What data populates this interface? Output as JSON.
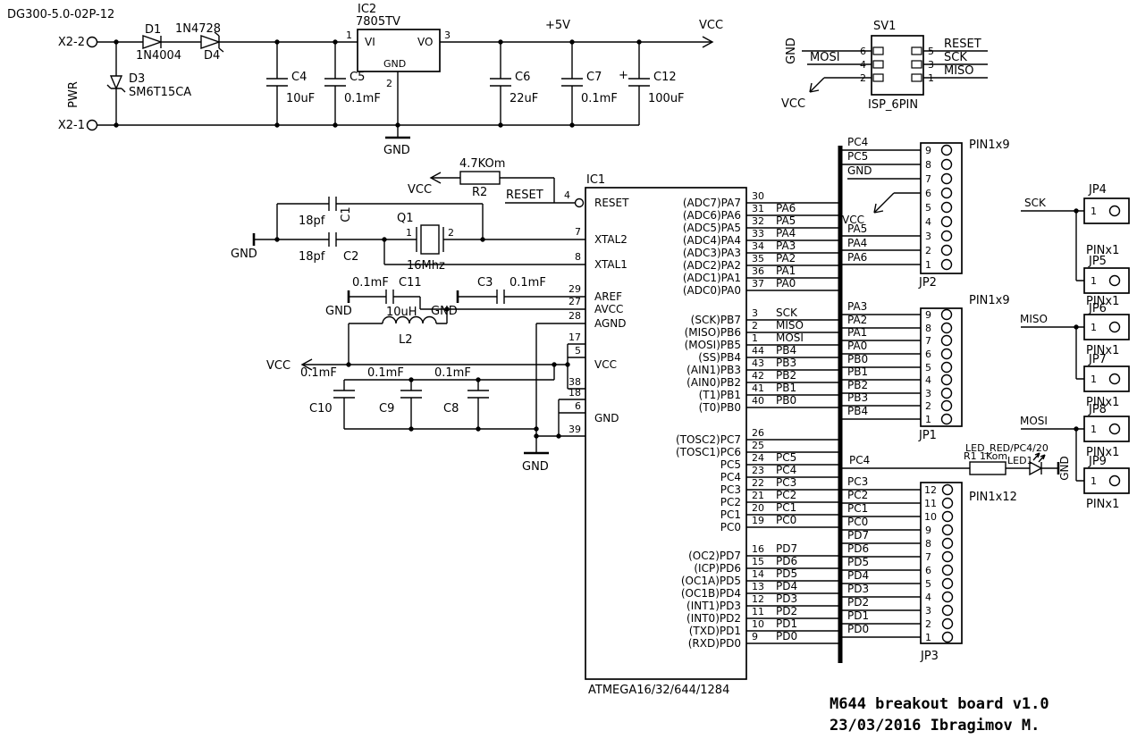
{
  "meta": {
    "doc_code": "DG300-5.0-02P-12",
    "title": "M644 breakout board v1.0",
    "subtitle": "23/03/2016 Ibragimov M."
  },
  "power": {
    "x2_top": "X2-2",
    "x2_bottom": "X2-1",
    "pwr": "PWR",
    "d1": "D1",
    "d1_value": "1N4004",
    "d4": "D4",
    "d4_value": "1N4728",
    "d3": "D3",
    "d3_value": "SM6T15CA",
    "c4": "C4",
    "c4_value": "10uF",
    "c5": "C5",
    "c5_value": "0.1mF",
    "ic2": "IC2",
    "ic2_value": "7805TV",
    "vi": "VI",
    "vo": "VO",
    "gnd_pin": "GND",
    "pin1": "1",
    "pin2": "2",
    "pin3": "3",
    "c6": "C6",
    "c6_value": "22uF",
    "c7": "C7",
    "c7_value": "0.1mF",
    "c12_plus": "+",
    "c12": "C12",
    "c12_value": "100uF",
    "net_5v": "+5V",
    "net_vcc": "VCC",
    "gnd": "GND"
  },
  "isp": {
    "name": "SV1",
    "footprint": "ISP_6PIN",
    "left": [
      {
        "num": "6",
        "net": "GND"
      },
      {
        "num": "4",
        "net": "MOSI"
      },
      {
        "num": "2",
        "net": "VCC"
      }
    ],
    "right": [
      {
        "num": "5",
        "net": "RESET"
      },
      {
        "num": "3",
        "net": "SCK"
      },
      {
        "num": "1",
        "net": "MISO"
      }
    ]
  },
  "reset": {
    "r2": "R2",
    "r2_value": "4.7KOm",
    "vcc": "VCC",
    "net": "RESET"
  },
  "xtal": {
    "gnd": "GND",
    "c1": "C1",
    "c1_value": "18pf",
    "c2": "C2",
    "c2_value": "18pf",
    "q1": "Q1",
    "q1_value": "16Mhz",
    "pin1": "1",
    "pin2": "2"
  },
  "analog": {
    "c11_value": "0.1mF",
    "c11": "C11",
    "gnd1": "GND",
    "c3": "C3",
    "c3_value": "0.1mF",
    "gnd2": "GND",
    "l2_value": "10uH",
    "l2": "L2",
    "gnd3": "GND"
  },
  "vccrail": {
    "vcc": "VCC",
    "c10": "C10",
    "c10_value": "0.1mF",
    "c9": "C9",
    "c9_value": "0.1mF",
    "c8": "C8",
    "c8_value": "0.1mF"
  },
  "ic1": {
    "name": "IC1",
    "value": "ATMEGA16/32/644/1284",
    "reset": {
      "num": "4",
      "label": "RESET"
    },
    "xtal2": {
      "num": "7",
      "label": "XTAL2"
    },
    "xtal1": {
      "num": "8",
      "label": "XTAL1"
    },
    "aref": {
      "num": "29",
      "label": "AREF"
    },
    "avcc": {
      "num": "27",
      "label": "AVCC"
    },
    "agnd": {
      "num": "28",
      "label": "AGND"
    },
    "vcc_label": "VCC",
    "vcc_nums": [
      "17",
      "5",
      "38"
    ],
    "gnd_label": "GND",
    "gnd_nums": [
      "18",
      "6",
      "39"
    ],
    "pa": [
      {
        "num": "30",
        "name": "(ADC7)PA7",
        "net": ""
      },
      {
        "num": "31",
        "name": "(ADC6)PA6",
        "net": "PA6"
      },
      {
        "num": "32",
        "name": "(ADC5)PA5",
        "net": "PA5"
      },
      {
        "num": "33",
        "name": "(ADC4)PA4",
        "net": "PA4"
      },
      {
        "num": "34",
        "name": "(ADC3)PA3",
        "net": "PA3"
      },
      {
        "num": "35",
        "name": "(ADC2)PA2",
        "net": "PA2"
      },
      {
        "num": "36",
        "name": "(ADC1)PA1",
        "net": "PA1"
      },
      {
        "num": "37",
        "name": "(ADC0)PA0",
        "net": "PA0"
      }
    ],
    "pb": [
      {
        "num": "3",
        "name": "(SCK)PB7",
        "net": "SCK"
      },
      {
        "num": "2",
        "name": "(MISO)PB6",
        "net": "MISO"
      },
      {
        "num": "1",
        "name": "(MOSI)PB5",
        "net": "MOSI"
      },
      {
        "num": "44",
        "name": "(SS)PB4",
        "net": "PB4"
      },
      {
        "num": "43",
        "name": "(AIN1)PB3",
        "net": "PB3"
      },
      {
        "num": "42",
        "name": "(AIN0)PB2",
        "net": "PB2"
      },
      {
        "num": "41",
        "name": "(T1)PB1",
        "net": "PB1"
      },
      {
        "num": "40",
        "name": "(T0)PB0",
        "net": "PB0"
      }
    ],
    "pc": [
      {
        "num": "26",
        "name": "(TOSC2)PC7",
        "net": ""
      },
      {
        "num": "25",
        "name": "(TOSC1)PC6",
        "net": ""
      },
      {
        "num": "24",
        "name": "PC5",
        "net": "PC5"
      },
      {
        "num": "23",
        "name": "PC4",
        "net": "PC4"
      },
      {
        "num": "22",
        "name": "PC3",
        "net": "PC3"
      },
      {
        "num": "21",
        "name": "PC2",
        "net": "PC2"
      },
      {
        "num": "20",
        "name": "PC1",
        "net": "PC1"
      },
      {
        "num": "19",
        "name": "PC0",
        "net": "PC0"
      }
    ],
    "pd": [
      {
        "num": "16",
        "name": "(OC2)PD7",
        "net": "PD7"
      },
      {
        "num": "15",
        "name": "(ICP)PD6",
        "net": "PD6"
      },
      {
        "num": "14",
        "name": "(OC1A)PD5",
        "net": "PD5"
      },
      {
        "num": "13",
        "name": "(OC1B)PD4",
        "net": "PD4"
      },
      {
        "num": "12",
        "name": "(INT1)PD3",
        "net": "PD3"
      },
      {
        "num": "11",
        "name": "(INT0)PD2",
        "net": "PD2"
      },
      {
        "num": "10",
        "name": "(TXD)PD1",
        "net": "PD1"
      },
      {
        "num": "9",
        "name": "(RXD)PD0",
        "net": "PD0"
      }
    ]
  },
  "jp2": {
    "name": "JP2",
    "footprint": "PIN1x9",
    "rows": [
      {
        "num": "9",
        "net": "PC4"
      },
      {
        "num": "8",
        "net": "PC5"
      },
      {
        "num": "7",
        "net": "GND"
      },
      {
        "num": "6",
        "net": "VCC"
      },
      {
        "num": "5",
        "net": ""
      },
      {
        "num": "4",
        "net": ""
      },
      {
        "num": "3",
        "net": "PA5"
      },
      {
        "num": "2",
        "net": "PA4"
      },
      {
        "num": "1",
        "net": "PA6"
      }
    ]
  },
  "jp1": {
    "name": "JP1",
    "footprint": "PIN1x9",
    "rows": [
      {
        "num": "9",
        "net": "PA3"
      },
      {
        "num": "8",
        "net": "PA2"
      },
      {
        "num": "7",
        "net": "PA1"
      },
      {
        "num": "6",
        "net": "PA0"
      },
      {
        "num": "5",
        "net": "PB0"
      },
      {
        "num": "4",
        "net": "PB1"
      },
      {
        "num": "3",
        "net": "PB2"
      },
      {
        "num": "2",
        "net": "PB3"
      },
      {
        "num": "1",
        "net": "PB4"
      }
    ]
  },
  "jp3": {
    "name": "JP3",
    "footprint": "PIN1x12",
    "rows": [
      {
        "num": "12",
        "net": "PC3"
      },
      {
        "num": "11",
        "net": "PC2"
      },
      {
        "num": "10",
        "net": "PC1"
      },
      {
        "num": "9",
        "net": "PC0"
      },
      {
        "num": "8",
        "net": "PD7"
      },
      {
        "num": "7",
        "net": "PD6"
      },
      {
        "num": "6",
        "net": "PD5"
      },
      {
        "num": "5",
        "net": "PD4"
      },
      {
        "num": "4",
        "net": "PD3"
      },
      {
        "num": "3",
        "net": "PD2"
      },
      {
        "num": "2",
        "net": "PD1"
      },
      {
        "num": "1",
        "net": "PD0"
      }
    ]
  },
  "led": {
    "net": "PC4",
    "r1": "R1",
    "r1_value": "1Kom",
    "value": "LED_RED/PC4/20",
    "name": "LED1",
    "gnd": "GND"
  },
  "headers": {
    "sck": "SCK",
    "miso": "MISO",
    "mosi": "MOSI",
    "items": [
      {
        "name": "JP4",
        "fp": "PINx1",
        "pin": "1"
      },
      {
        "name": "JP5",
        "fp": "PINx1",
        "pin": "1"
      },
      {
        "name": "JP6",
        "fp": "PINx1",
        "pin": "1"
      },
      {
        "name": "JP7",
        "fp": "PINx1",
        "pin": "1"
      },
      {
        "name": "JP8",
        "fp": "PINx1",
        "pin": "1"
      },
      {
        "name": "JP9",
        "fp": "PINx1",
        "pin": "1"
      }
    ]
  }
}
